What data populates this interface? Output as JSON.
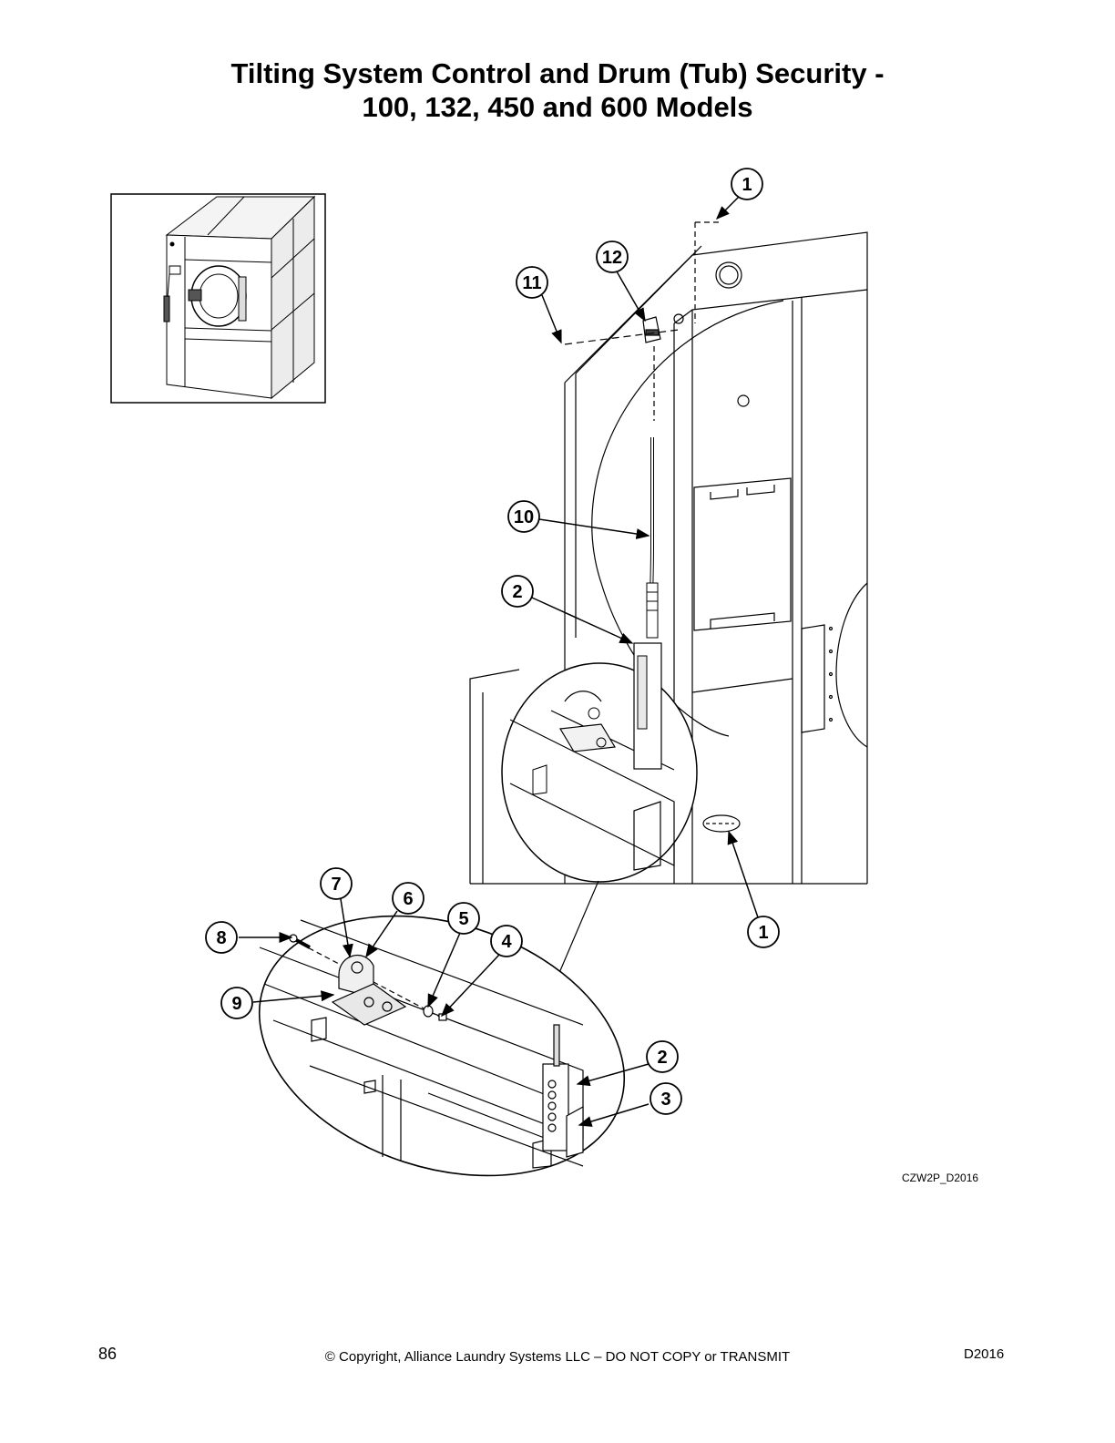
{
  "title": {
    "line1": "Tilting System Control and Drum (Tub) Security -",
    "line2": "100, 132, 450 and 600 Models"
  },
  "callouts": {
    "c1_top": "1",
    "c12": "12",
    "c11": "11",
    "c10": "10",
    "c2_upper": "2",
    "c1_lower": "1",
    "c7": "7",
    "c6": "6",
    "c5": "5",
    "c4": "4",
    "c8": "8",
    "c9": "9",
    "c2_lower": "2",
    "c3": "3"
  },
  "drawing_code": "CZW2P_D2016",
  "footer": {
    "page_number": "86",
    "copyright": "© Copyright, Alliance Laundry Systems LLC – DO NOT COPY or TRANSMIT",
    "doc_code": "D2016"
  },
  "colors": {
    "line": "#000000",
    "shade": "#bdbdbd",
    "dark": "#555555"
  }
}
